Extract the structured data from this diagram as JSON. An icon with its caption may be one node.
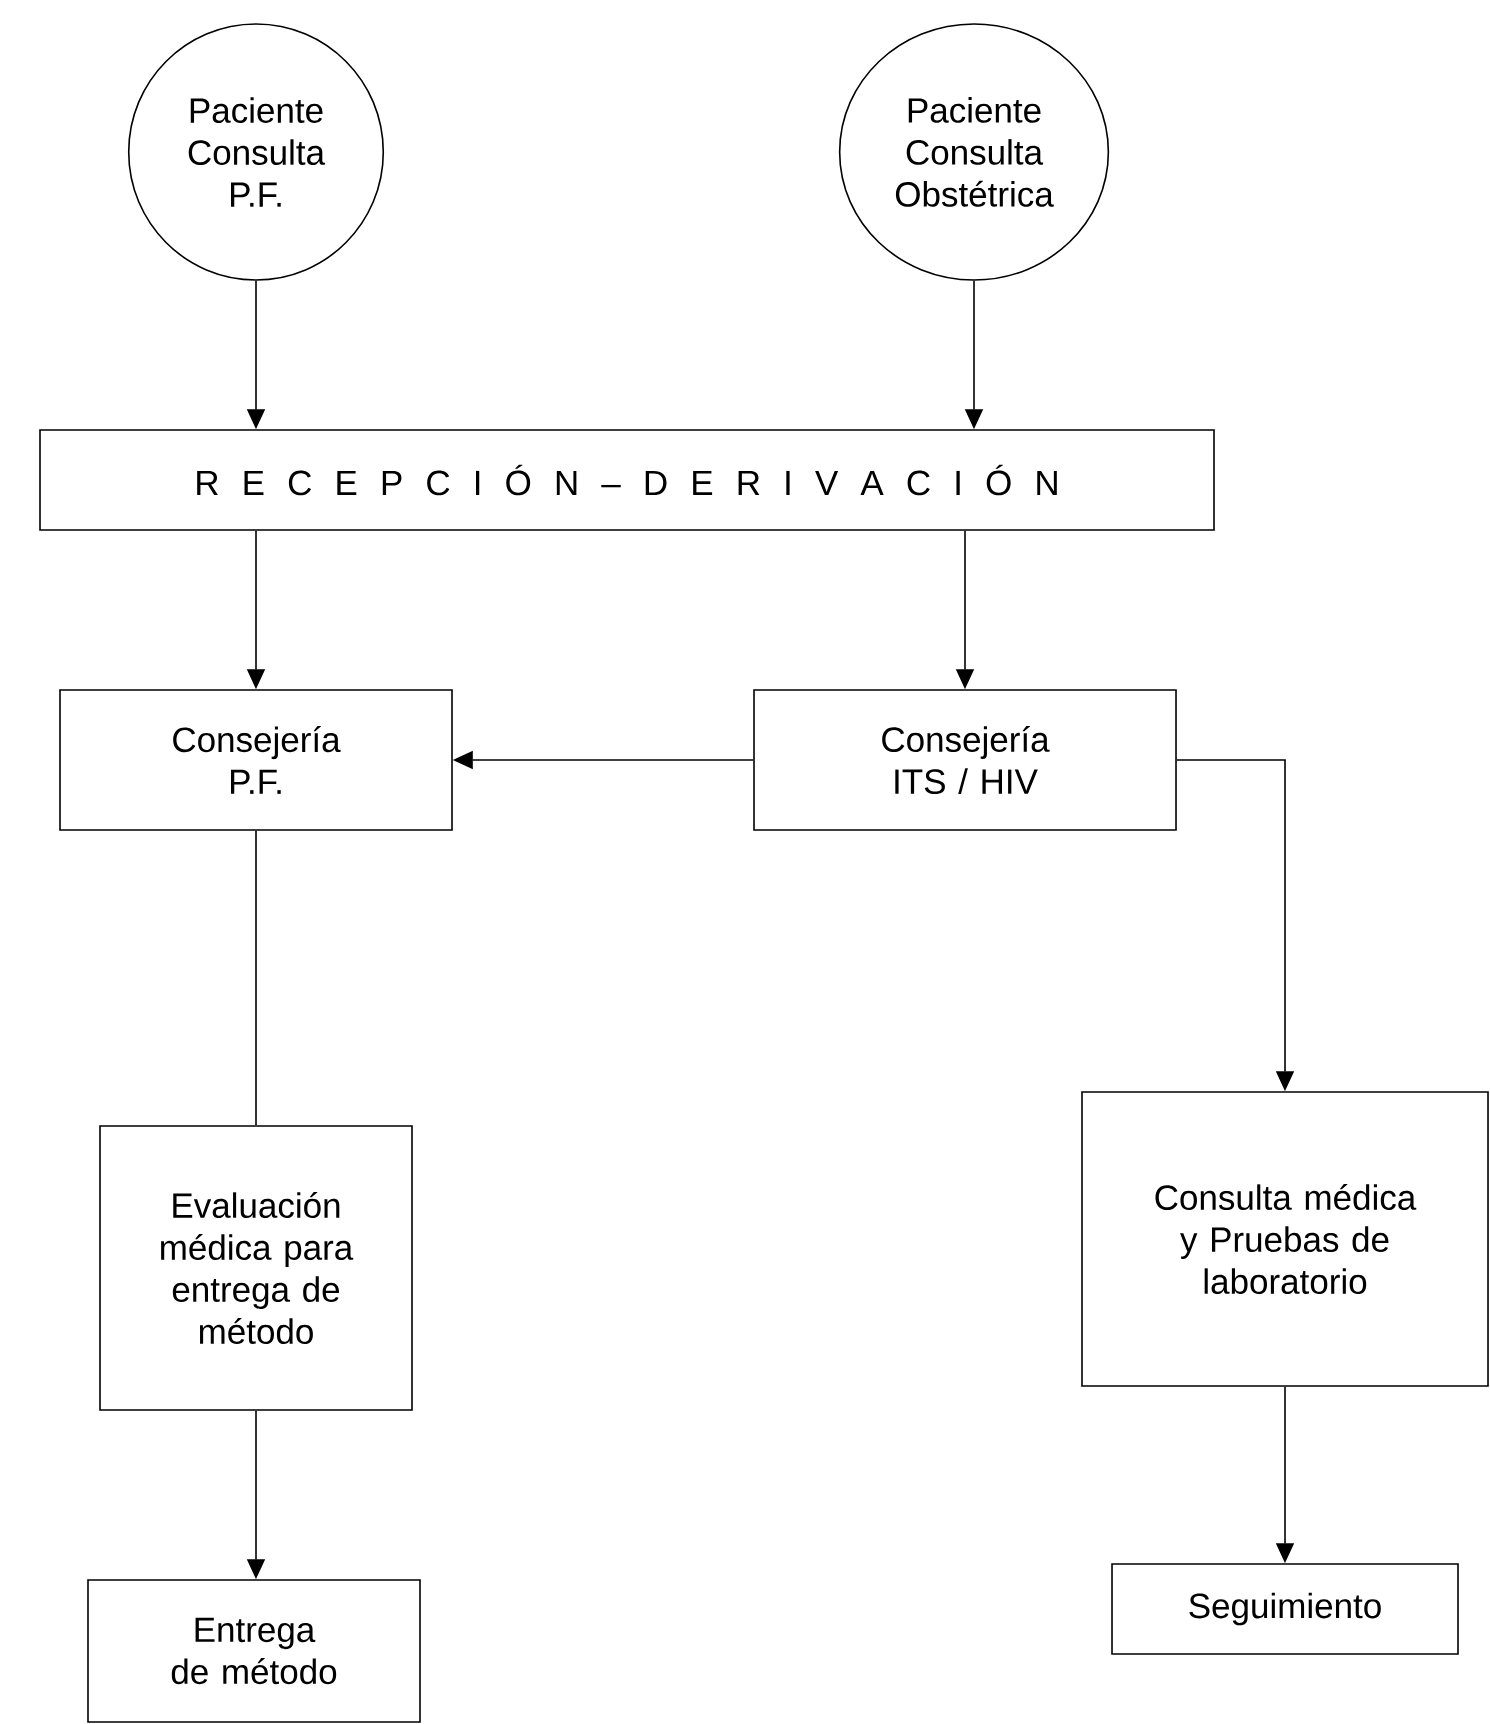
{
  "diagram": {
    "nodes": [
      {
        "text": [
          "Paciente Consulta P.F."
        ]
      },
      {
        "text": [
          "Paciente Consulta Obstétrica"
        ]
      },
      {
        "text": [
          "R E C E P C I Ó N – D E R I V A C I Ó N"
        ]
      },
      {
        "text": [
          "Consejería P.F."
        ]
      },
      {
        "text": [
          "Consejería ITS / HIV"
        ]
      },
      {
        "text": [
          "Evaluación médica para entrega de método"
        ]
      },
      {
        "text": [
          "Consulta médica y Pruebas de laboratorio"
        ]
      },
      {
        "text": [
          "Entrega de método"
        ]
      },
      {
        "text": [
          "Seguimiento"
        ]
      }
    ],
    "edges": [
      {
        "from": 0,
        "to": 2,
        "arrow": "to"
      },
      {
        "from": 1,
        "to": 2,
        "arrow": "to"
      },
      {
        "from": 2,
        "to": 3,
        "arrow": "to"
      },
      {
        "from": 2,
        "to": 4,
        "arrow": "to"
      },
      {
        "from": 4,
        "to": 3,
        "arrow": "to"
      },
      {
        "from": 3,
        "to": 5,
        "arrow": "none"
      },
      {
        "from": 4,
        "to": 6,
        "arrow": "to"
      },
      {
        "from": 5,
        "to": 7,
        "arrow": "to"
      },
      {
        "from": 6,
        "to": 8,
        "arrow": "to"
      }
    ]
  }
}
